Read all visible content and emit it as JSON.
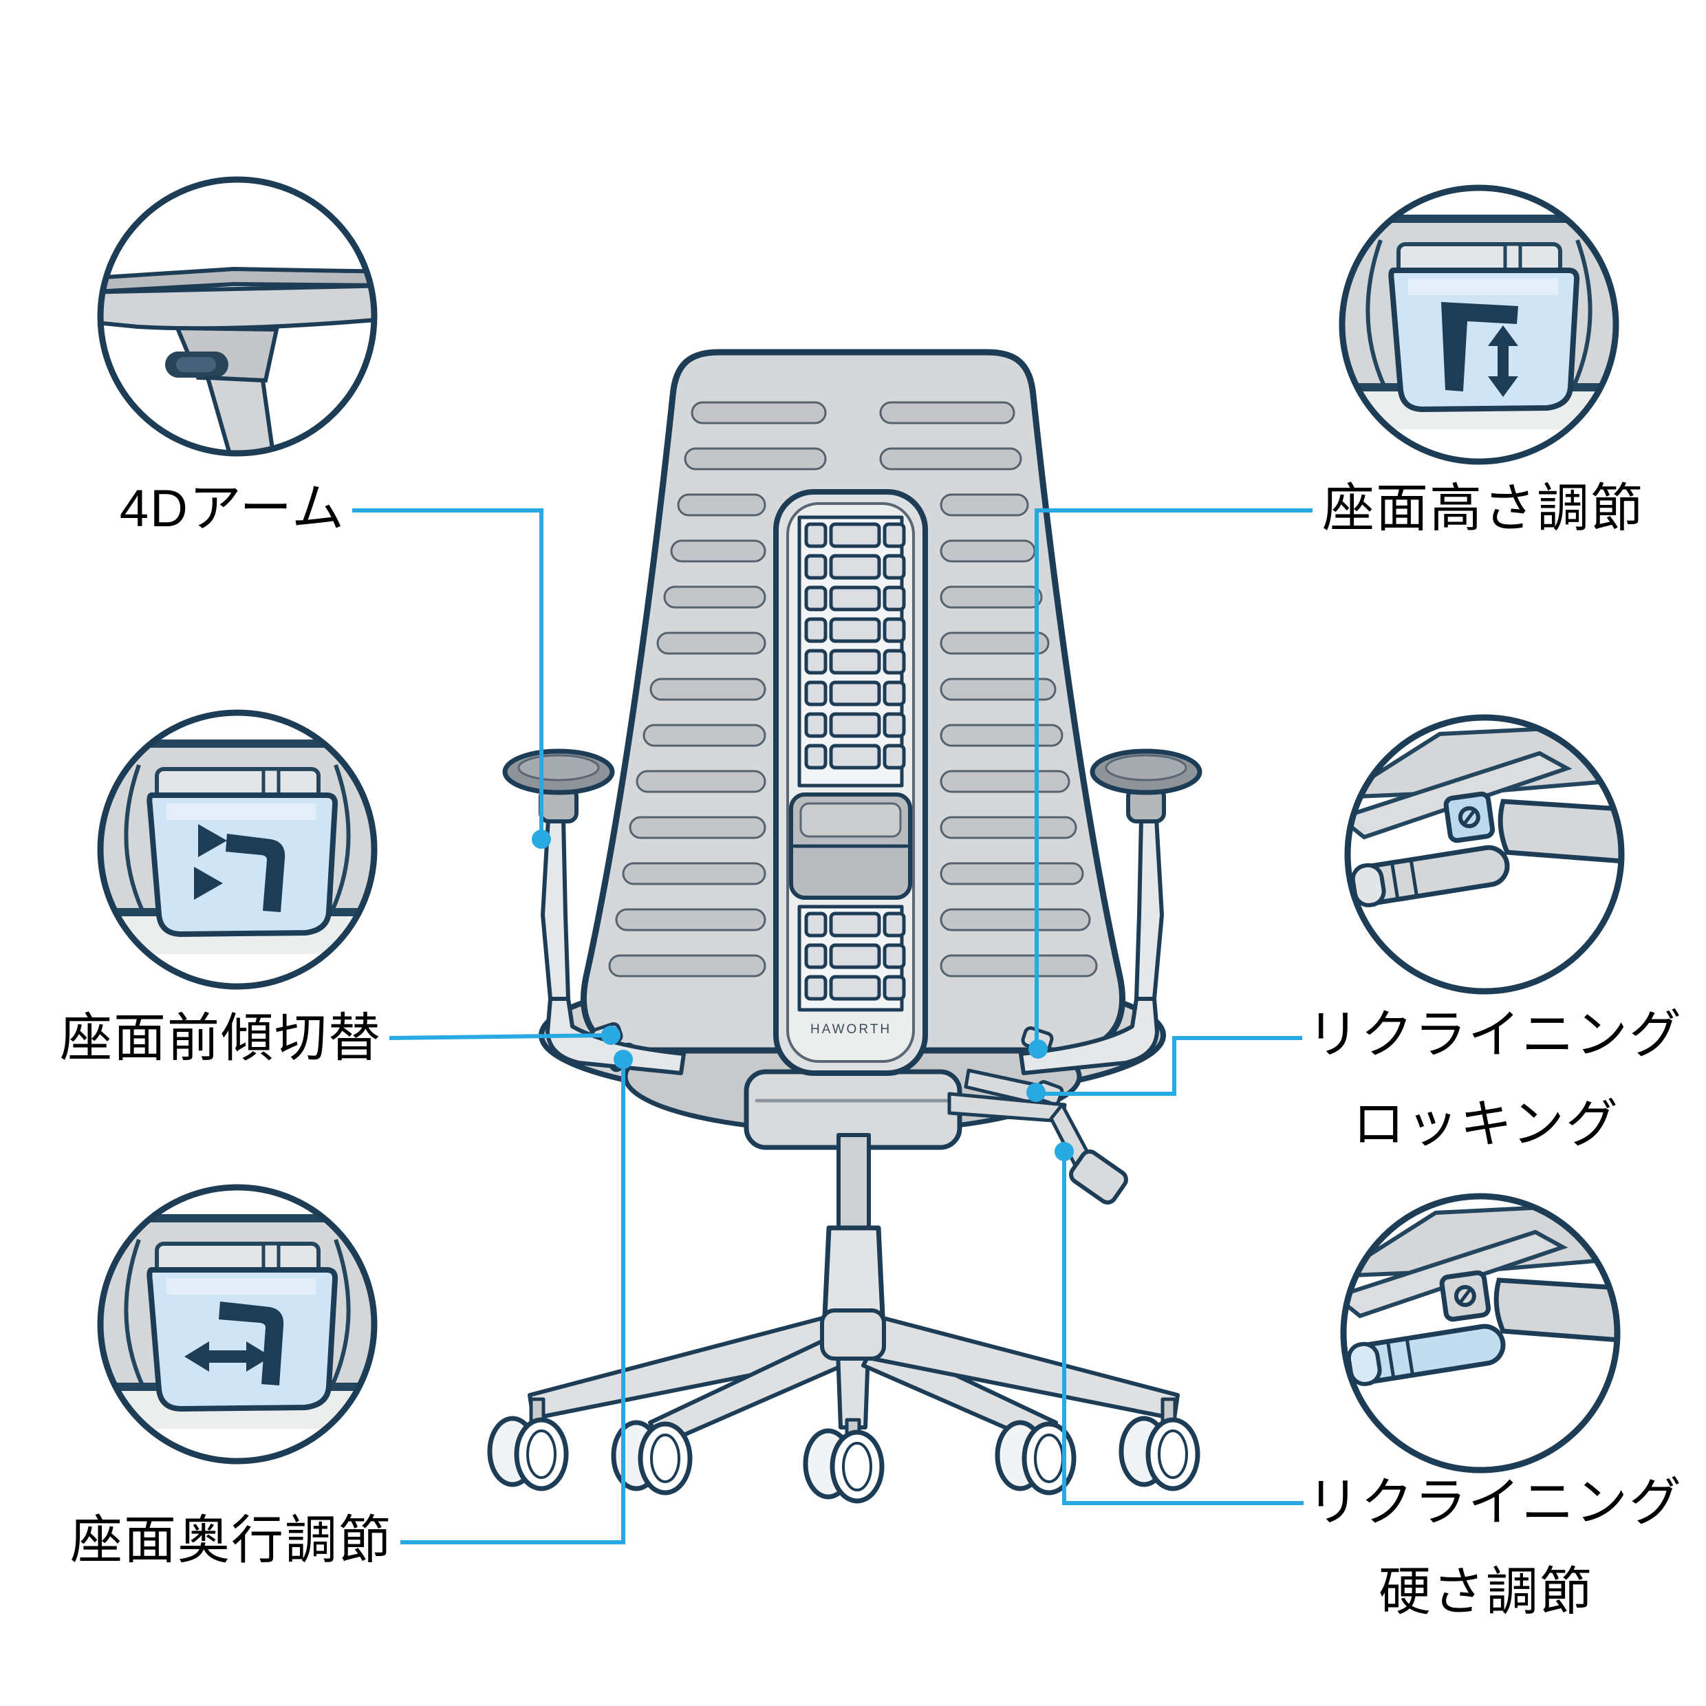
{
  "page": {
    "type": "product-feature-diagram",
    "subject": "office chair rear view with adjustment features"
  },
  "colors": {
    "leader_blue": "#29a9e1",
    "outline_navy": "#1d3c55",
    "chair_gray": "#d7d8da",
    "chair_gray_dark": "#c3c5c8",
    "paddle_blue": "#cfe4f5",
    "label_black": "#000000",
    "background": "#ffffff"
  },
  "chair": {
    "brand": "HAWORTH"
  },
  "callouts": {
    "arm_4d": {
      "label": "4Dアーム",
      "icon": "armrest-side-view-icon"
    },
    "seat_height": {
      "label": "座面高さ調節",
      "icon": "paddle-up-down-arrow-icon"
    },
    "seat_forward_tilt": {
      "label": "座面前傾切替",
      "icon": "paddle-rotate-arrow-icon"
    },
    "seat_depth": {
      "label": "座面奥行調節",
      "icon": "paddle-left-right-arrow-icon"
    },
    "recline_locking": {
      "label_line1": "リクライニング",
      "label_line2": "ロッキング",
      "icon": "recline-lock-lever-icon"
    },
    "recline_tension": {
      "label_line1": "リクライニング",
      "label_line2": "硬さ調節",
      "icon": "recline-tension-knob-icon"
    }
  }
}
